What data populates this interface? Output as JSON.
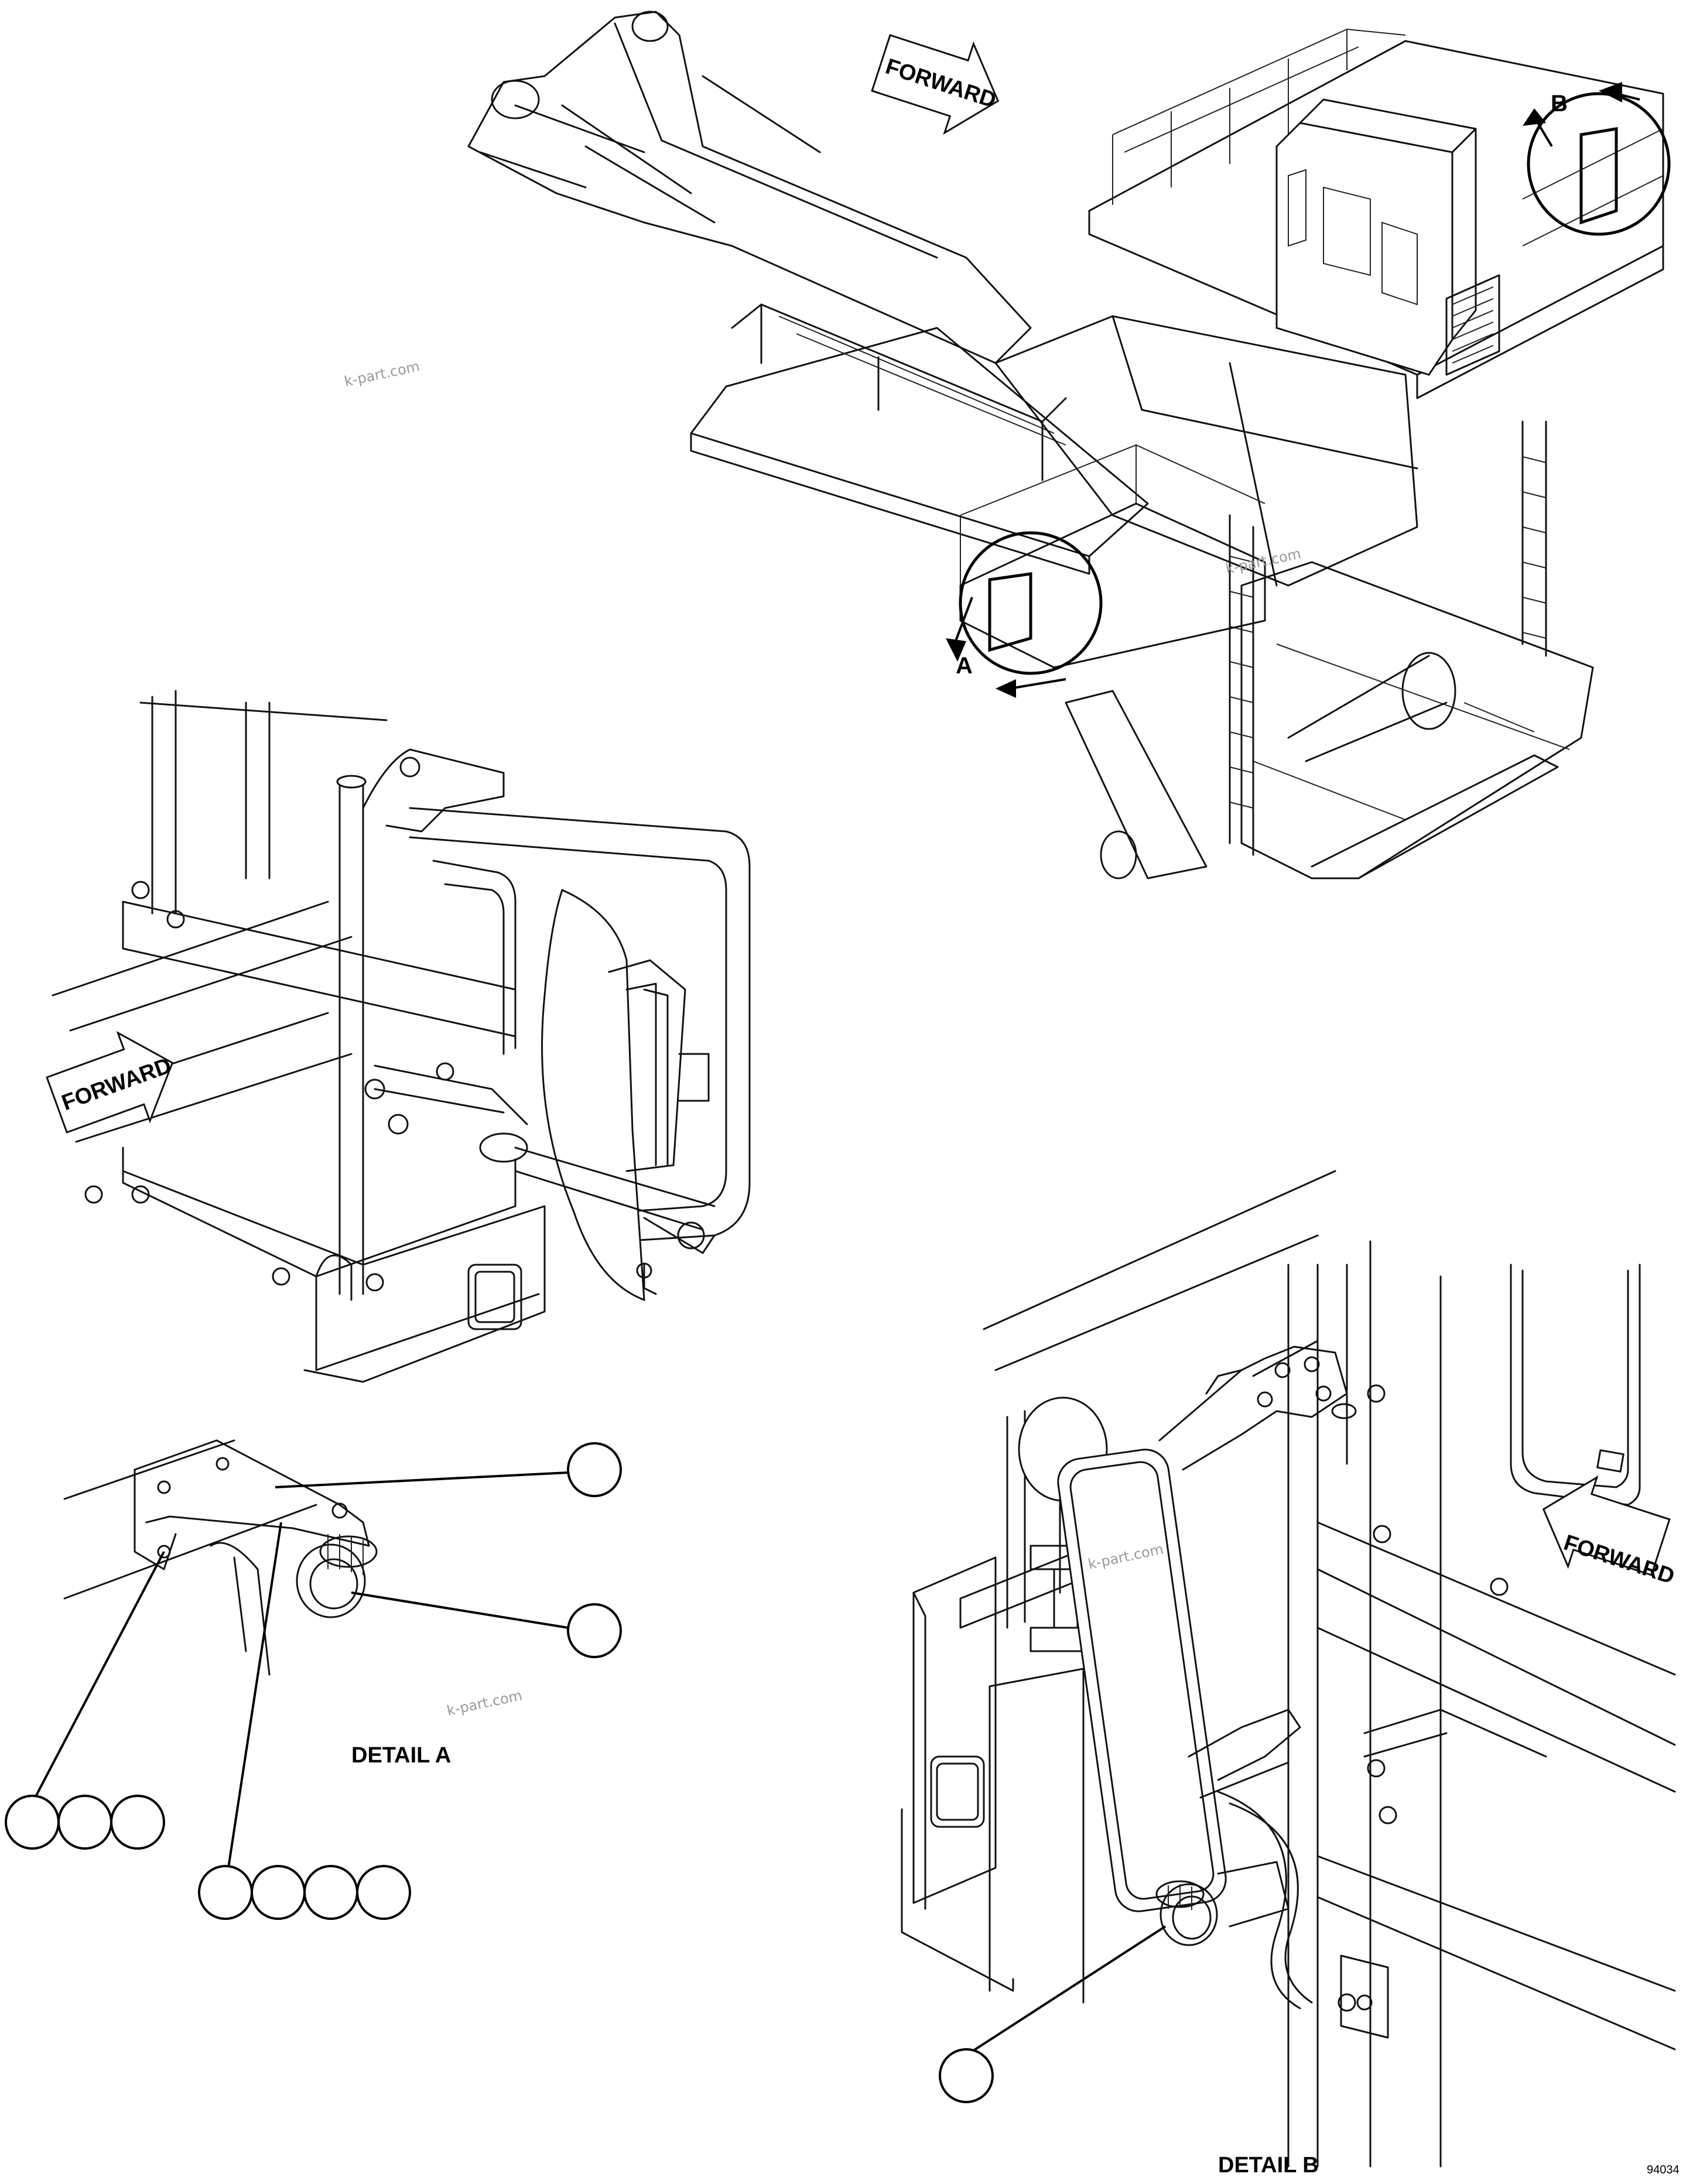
{
  "labels": {
    "forward_top": "FORWARD",
    "forward_left": "FORWARD",
    "forward_right": "FORWARD",
    "view_a": "A",
    "view_b": "B",
    "detail_a": "DETAIL A",
    "detail_b": "DETAIL B",
    "drawing_code": "94034"
  },
  "watermark": "k-part.com",
  "colors": {
    "line": "#111111",
    "watermark": "#9a9a9a",
    "background": "#ffffff"
  }
}
